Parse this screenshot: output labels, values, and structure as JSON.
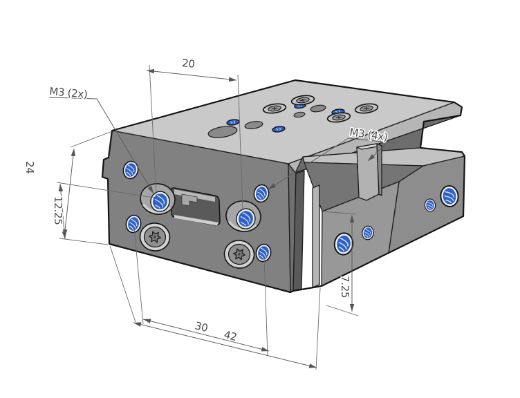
{
  "drawing": {
    "kind": "isometric CAD dimension drawing",
    "part": "pneumatic mini slide block with slide table",
    "units": "mm",
    "dims": {
      "d20": {
        "label": "20"
      },
      "d24": {
        "label": "24"
      },
      "d1225": {
        "label": "12.25"
      },
      "d30": {
        "label": "30"
      },
      "d42": {
        "label": "42"
      },
      "d725": {
        "label": "7.25"
      }
    },
    "labels": {
      "m3_2x": {
        "label": "M3 (2x)"
      },
      "m3_4x": {
        "label": "M3 (4x)"
      }
    },
    "colors": {
      "background": "#ffffff",
      "top_face": "#c9c9c9",
      "table_edge": "#b6b6b6",
      "front_face": "#818181",
      "recessed_face": "#6d6d6d",
      "groove_floor": "#c2c2c2",
      "groove_wall": "#757575",
      "base_front_face": "#989898",
      "base_right_face": "#8d8d8d",
      "gap_face": "#5a5a5a",
      "bevel_face": "#707070",
      "rail_end": "#b5b5b5",
      "tab_front": "#b2b2b2",
      "tab_top": "#d8d8d8",
      "tab_side": "#888888",
      "outline": "#141414",
      "dim_line": "#5d5d5d",
      "dim_text": "#4a4a4a",
      "thread_blue": "#2f62c8",
      "hole_dark": "#8a8a8a",
      "screw_ring": "#c6c6c6"
    }
  }
}
